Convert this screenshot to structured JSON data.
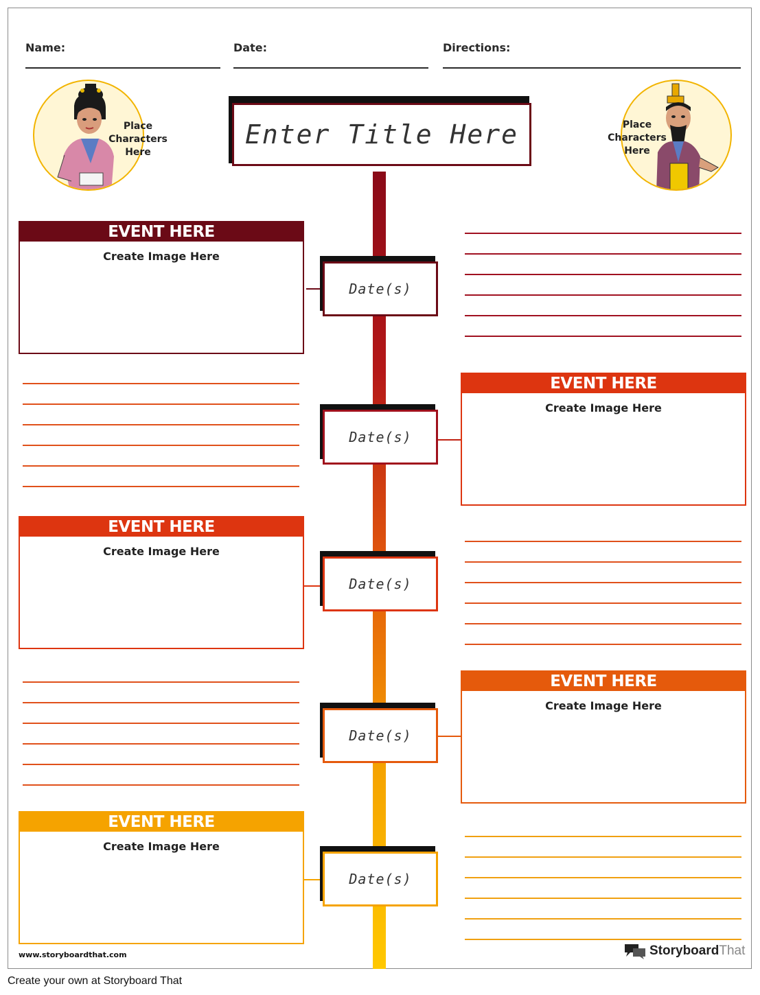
{
  "header": {
    "name_label": "Name:",
    "date_label": "Date:",
    "directions_label": "Directions:"
  },
  "title": "Enter Title Here",
  "characters": {
    "left_text": [
      "Place",
      "Characters",
      "Here"
    ],
    "right_text": [
      "Place",
      "Characters",
      "Here"
    ]
  },
  "events": [
    {
      "heading": "EVENT HERE",
      "subtitle": "Create Image Here",
      "color": "#6b0a16"
    },
    {
      "heading": "EVENT HERE",
      "subtitle": "Create Image Here",
      "color": "#dd3510"
    },
    {
      "heading": "EVENT HERE",
      "subtitle": "Create Image Here",
      "color": "#dd3510"
    },
    {
      "heading": "EVENT HERE",
      "subtitle": "Create Image Here",
      "color": "#e55a0c"
    },
    {
      "heading": "EVENT HERE",
      "subtitle": "Create Image Here",
      "color": "#f5a300"
    }
  ],
  "dates": [
    {
      "label": "Date(s)",
      "color": "#6b0a16"
    },
    {
      "label": "Date(s)",
      "color": "#a0101c"
    },
    {
      "label": "Date(s)",
      "color": "#dd3510"
    },
    {
      "label": "Date(s)",
      "color": "#e55a0c"
    },
    {
      "label": "Date(s)",
      "color": "#f5a300"
    }
  ],
  "colors": {
    "spine_gradient": [
      "#8a0a18",
      "#b51818",
      "#e35a0c",
      "#f5a300",
      "#ffc800"
    ],
    "line_colors": [
      "#a01020",
      "#e0501a",
      "#e0501a",
      "#e0501a",
      "#f0a010"
    ]
  },
  "footer": {
    "url": "www.storyboardthat.com",
    "logo_bold": "Storyboard",
    "logo_light": "That",
    "caption": "Create your own at Storyboard That"
  }
}
